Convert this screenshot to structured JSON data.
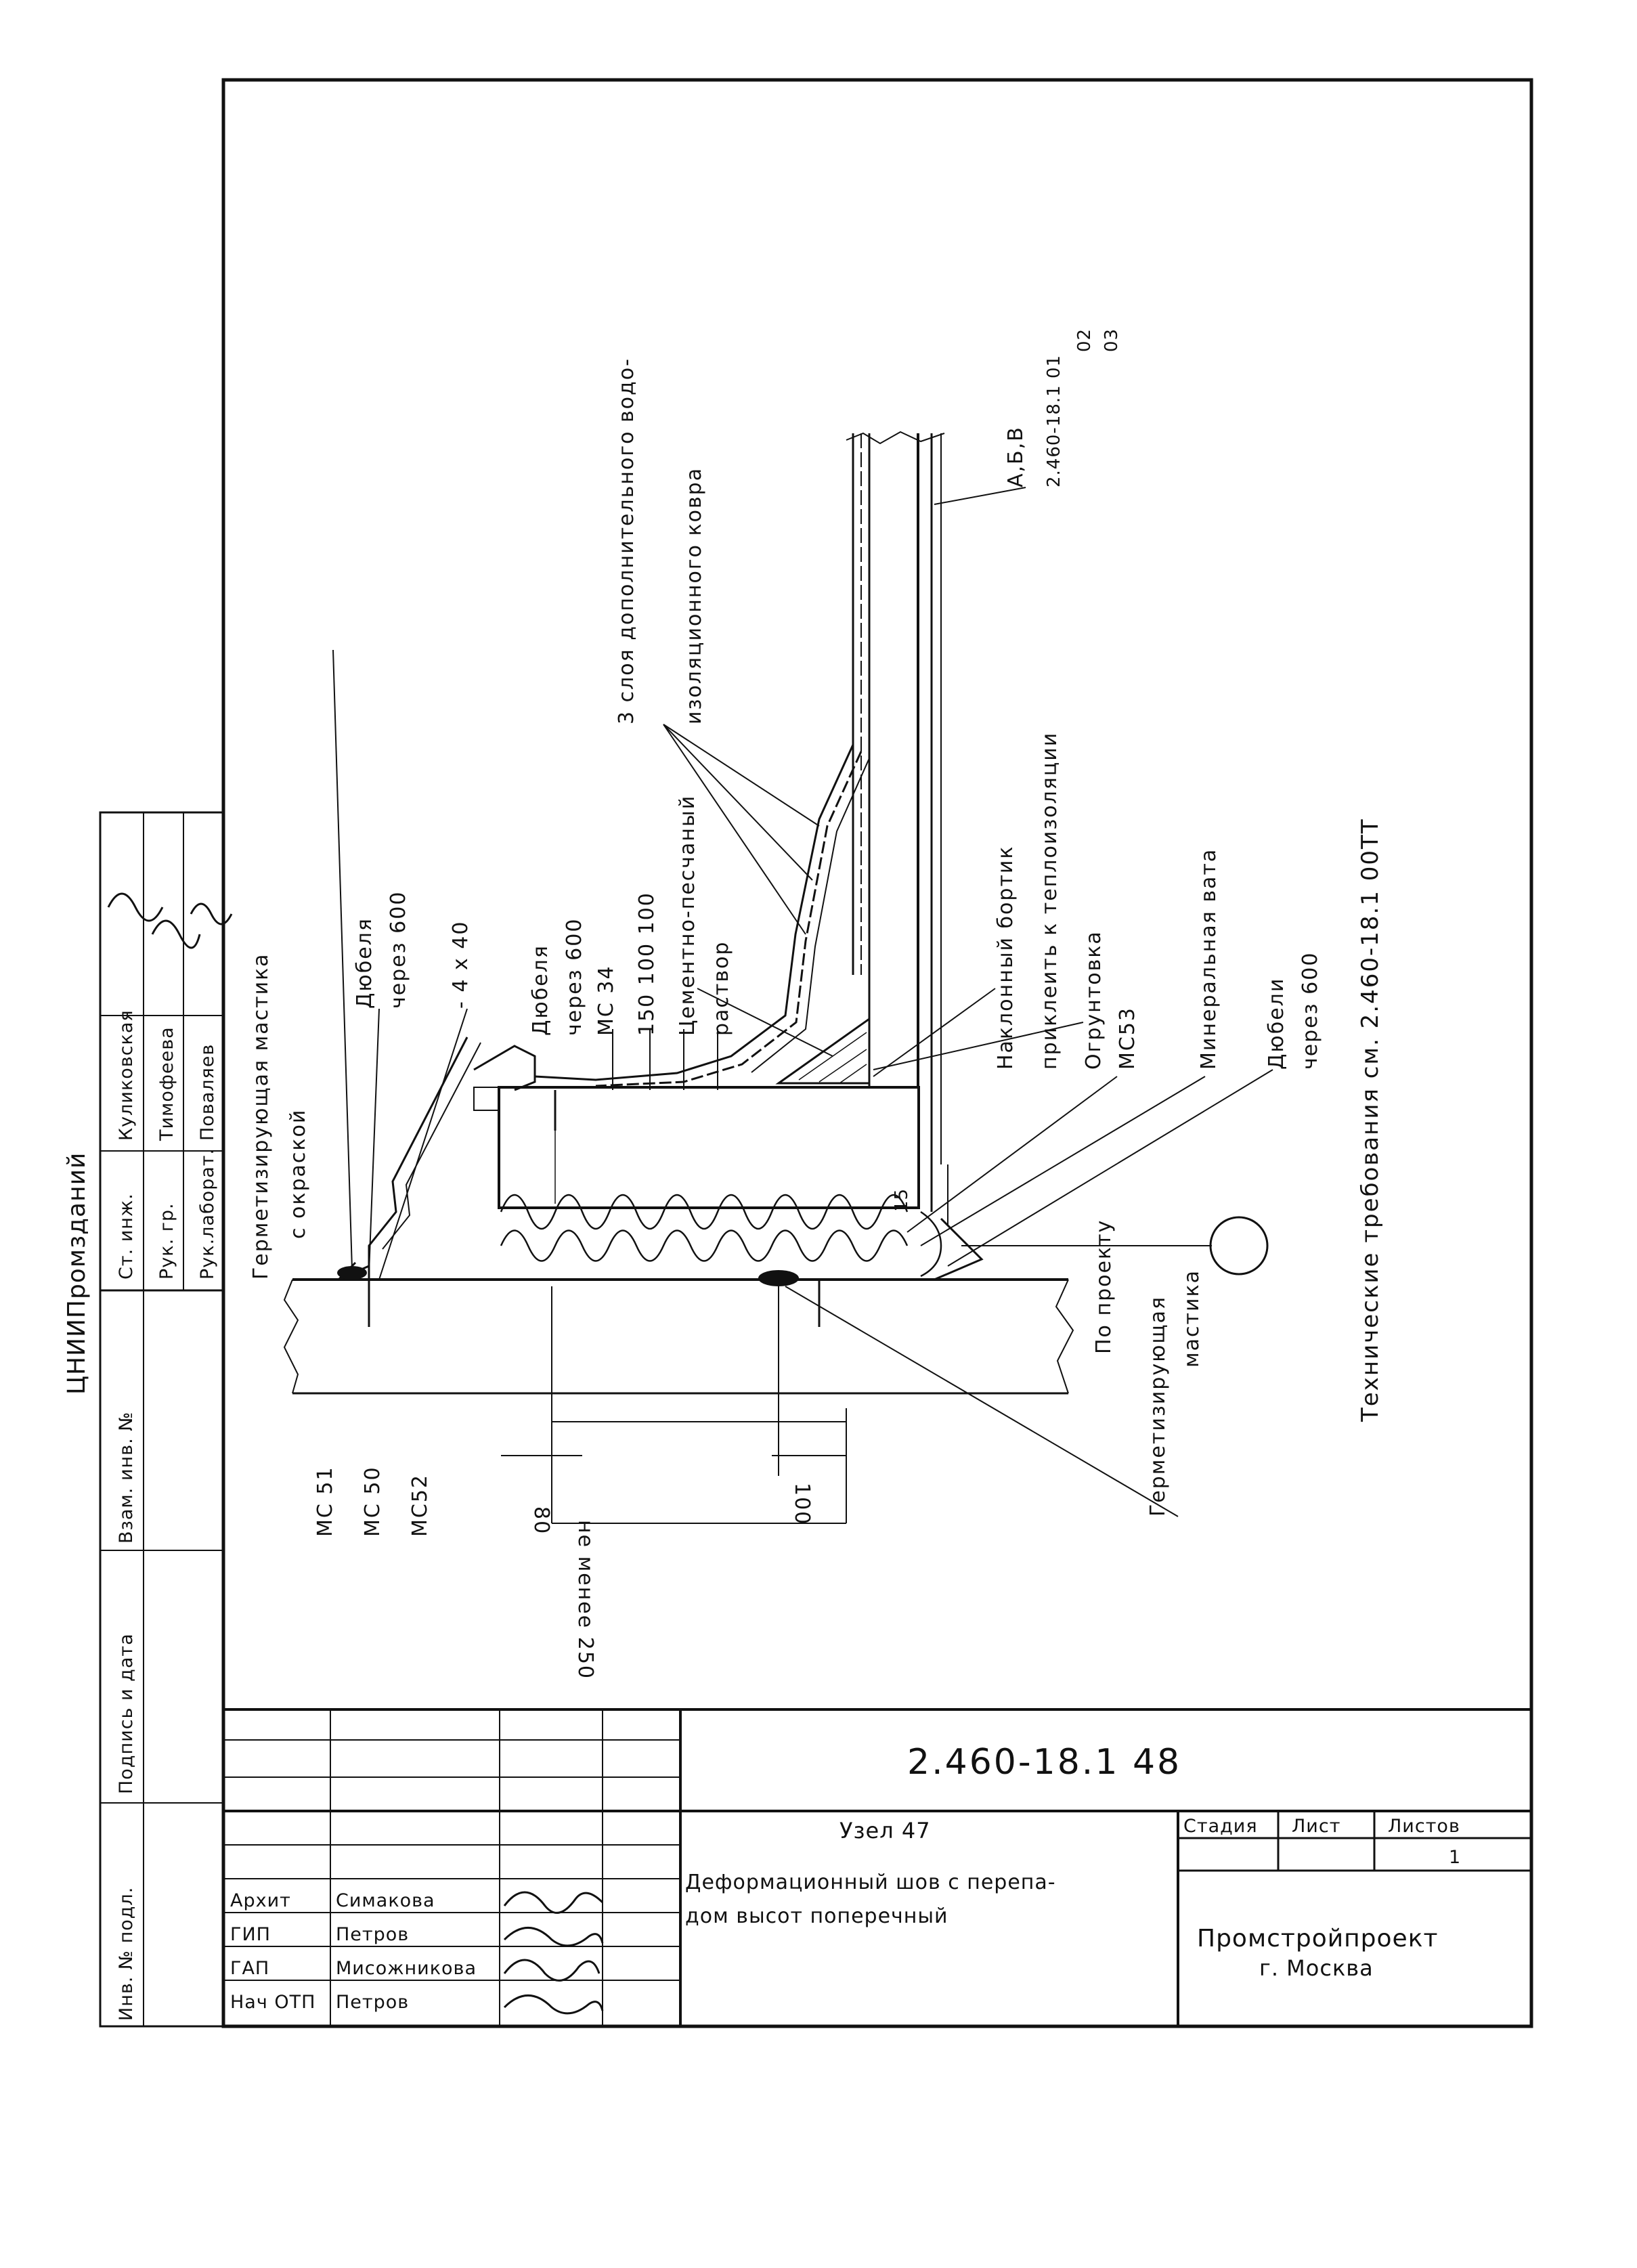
{
  "drawing": {
    "labels": {
      "sealant_with_paint_l1": "Герметизирующая мастика",
      "sealant_with_paint_l2": "с окраской",
      "dowels1_l1": "Дюбеля",
      "dowels1_l2": "через 600",
      "strip": "- 4 x 40",
      "dowels2_l1": "Дюбеля",
      "dowels2_l2": "через 600",
      "mc34": "МС 34",
      "dims_top": "150   100   100",
      "mortar_l1": "Цементно-песчаный",
      "mortar_l2": "раствор",
      "layers_l1": "3 слоя дополнительного водо-",
      "layers_l2": "изоляционного ковра",
      "ref_abv_l1": "А,Б,В",
      "ref_abv_l2": "2.460-18.1 01",
      "ref_abv_l3": "02",
      "ref_abv_l4": "03",
      "bortik": "Наклонный бортик",
      "glue": "приклеить к теплоизоляции",
      "primer": "Огрунтовка",
      "mc53": "МС53",
      "wool": "Минеральная вата",
      "dowels3_l1": "Дюбели",
      "dowels3_l2": "через 600",
      "dim15": "15",
      "per_project": "По проекту",
      "sealant2_l1": "Герметизирующая",
      "sealant2_l2": "мастика",
      "tech_req": "Технические требования см. 2.460-18.1 00ТТ",
      "mc51": "МС 51",
      "mc50": "МС 50",
      "mc52": "МС52",
      "dim80": "80",
      "dim100": "100",
      "dim250": "не менее 250"
    }
  },
  "side_stamp": {
    "org": "ЦНИИПромзданий",
    "rows": [
      {
        "role": "Ст. инж.",
        "name": "Куликовская"
      },
      {
        "role": "Рук. гр.",
        "name": "Тимофеева"
      },
      {
        "role": "Рук.лаборат.",
        "name": "Поваляев"
      }
    ],
    "col_inv": "Инв. № подл.",
    "col_sign": "Подпись и дата",
    "col_vzam": "Взам. инв. №"
  },
  "title_block": {
    "doc_number": "2.460-18.1 48",
    "node": "Узел 47",
    "title_l1": "Деформационный шов с перепа-",
    "title_l2": "дом высот поперечный",
    "stage_h": "Стадия",
    "sheet_h": "Лист",
    "sheets_h": "Листов",
    "sheets_val": "1",
    "org_l1": "Промстройпроект",
    "org_l2": "г. Москва",
    "people": [
      {
        "role": "Архит",
        "name": "Симакова"
      },
      {
        "role": "ГИП",
        "name": "Петров"
      },
      {
        "role": "ГАП",
        "name": "Мисожникова"
      },
      {
        "role": "Нач ОТП",
        "name": "Петров"
      }
    ]
  }
}
